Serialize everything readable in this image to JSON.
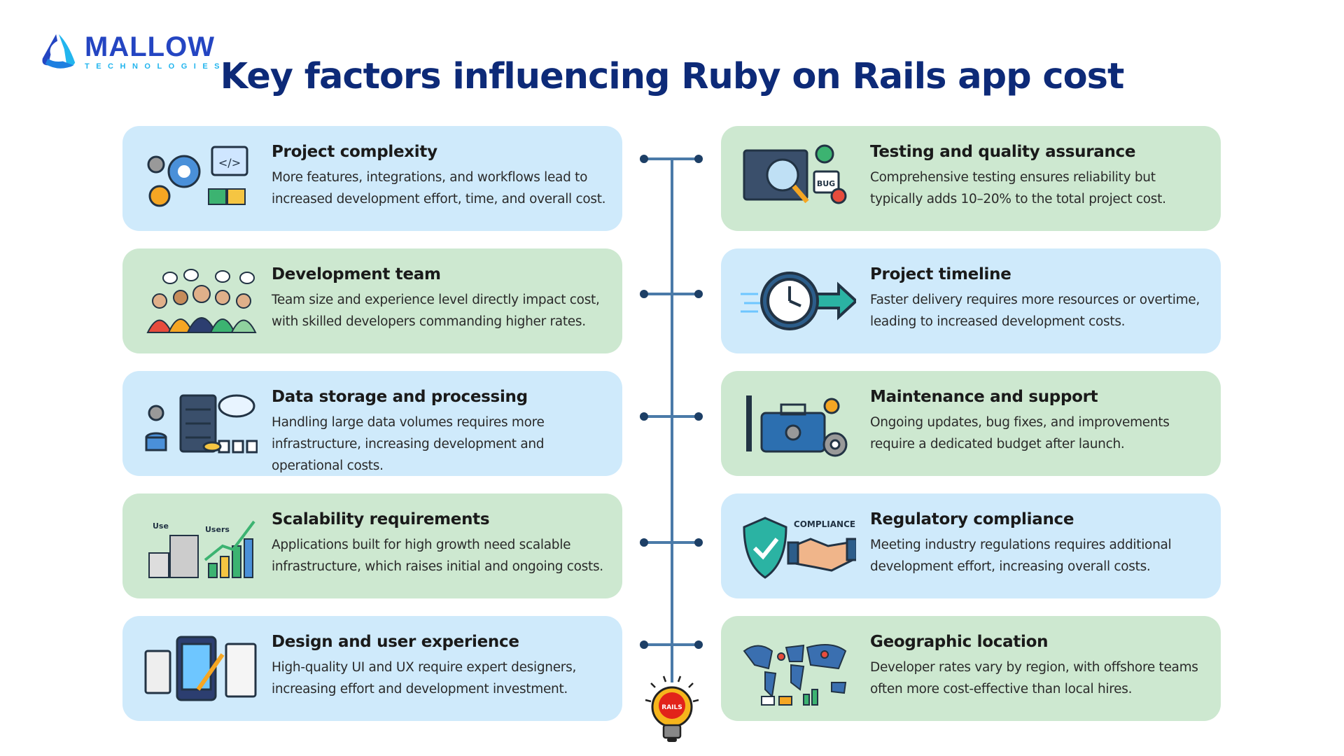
{
  "logo": {
    "name": "MALLOW",
    "tagline": "TECHNOLOGIES"
  },
  "title": "Key factors influencing Ruby on Rails app cost",
  "left": [
    {
      "icon": "gears-code-icon",
      "heading": "Project complexity",
      "body": "More features, integrations, and workflows lead to increased development effort, time, and overall cost."
    },
    {
      "icon": "team-icon",
      "heading": "Development team",
      "body": "Team size and experience level directly impact cost, with skilled developers commanding higher rates."
    },
    {
      "icon": "server-cloud-icon",
      "heading": "Data storage and processing",
      "body": "Handling large data volumes requires more infrastructure, increasing development and operational costs."
    },
    {
      "icon": "growth-chart-icon",
      "heading": "Scalability requirements",
      "body": "Applications built for high growth need scalable infrastructure, which raises initial and ongoing costs."
    },
    {
      "icon": "design-tablet-icon",
      "heading": "Design and user experience",
      "body": "High-quality UI and UX require expert designers, increasing effort and development investment."
    }
  ],
  "right": [
    {
      "icon": "magnifier-bug-icon",
      "heading": "Testing and quality assurance",
      "body": "Comprehensive testing ensures reliability but typically adds 10–20% to the total project cost."
    },
    {
      "icon": "clock-arrow-icon",
      "heading": "Project timeline",
      "body": "Faster delivery requires more resources or overtime, leading to increased development costs."
    },
    {
      "icon": "toolbox-icon",
      "heading": "Maintenance and support",
      "body": "Ongoing updates, bug fixes, and improvements require a dedicated budget after launch."
    },
    {
      "icon": "shield-handshake-icon",
      "heading": "Regulatory compliance",
      "body": "Meeting industry regulations requires additional development effort, increasing overall costs.",
      "icon_label": "COMPLIANCE"
    },
    {
      "icon": "world-map-icon",
      "heading": "Geographic location",
      "body": "Developer rates vary by region, with offshore teams often more cost-effective than local hires."
    }
  ],
  "bulb_label": "RAILS",
  "colors": {
    "blue_card": "#cfeafb",
    "green_card": "#cde8d0",
    "title": "#0d2a78",
    "timeline": "#4a7aa8"
  }
}
